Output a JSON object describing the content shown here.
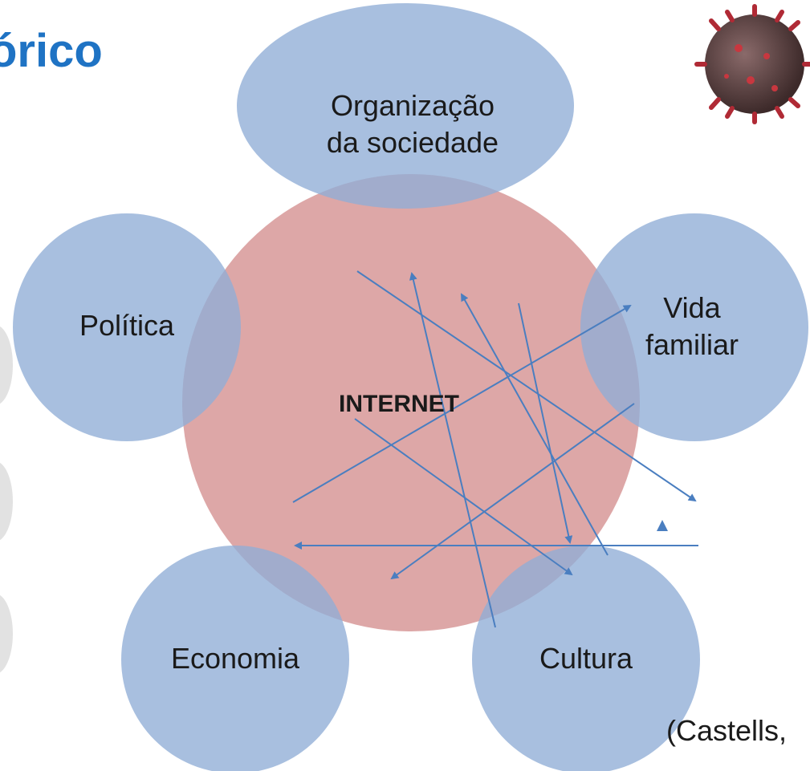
{
  "title": "órico",
  "citation": "(Castells,",
  "center": {
    "label": "INTERNET"
  },
  "nodes": [
    {
      "id": "organizacao",
      "lines": [
        "Organização",
        "da sociedade"
      ]
    },
    {
      "id": "politica",
      "lines": [
        "Política"
      ]
    },
    {
      "id": "vida",
      "lines": [
        "Vida",
        "familiar"
      ]
    },
    {
      "id": "economia",
      "lines": [
        "Economia"
      ]
    },
    {
      "id": "cultura",
      "lines": [
        "Cultura"
      ]
    }
  ],
  "colors": {
    "node_fill": "#8fadd6",
    "node_stroke": "#7f9cc7",
    "center_fill": "#d48e8e",
    "arrow": "#4a7ec0",
    "title": "#1f73c4",
    "virus_body": "#6b4a4a",
    "virus_spike": "#b02a35"
  },
  "decorations": [
    "virus-image"
  ]
}
